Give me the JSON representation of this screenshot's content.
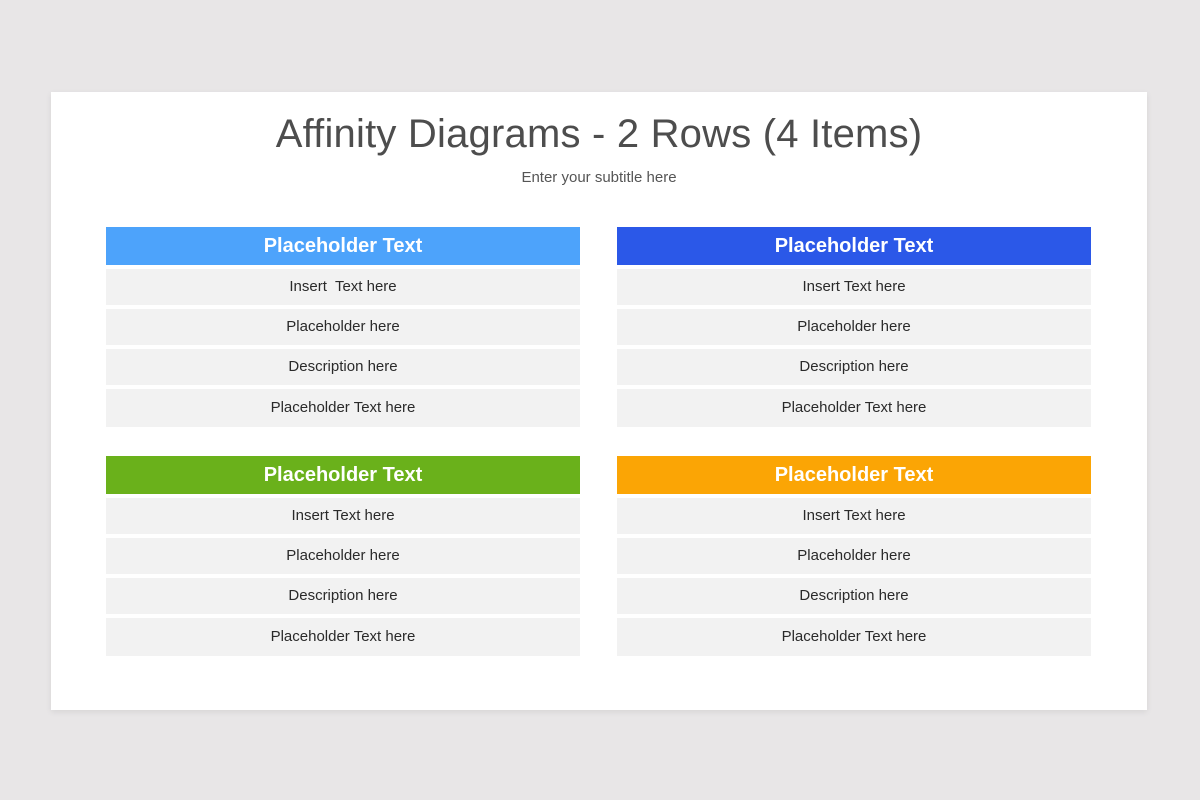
{
  "slide": {
    "title": "Affinity Diagrams - 2 Rows (4 Items)",
    "subtitle": "Enter your subtitle here"
  },
  "groups": [
    {
      "header": "Placeholder Text",
      "color": "#4da3fb",
      "items": [
        "Insert  Text here",
        "Placeholder here",
        "Description here",
        "Placeholder Text here"
      ]
    },
    {
      "header": "Placeholder Text",
      "color": "#2b58e8",
      "items": [
        "Insert Text here",
        "Placeholder here",
        "Description here",
        "Placeholder Text here"
      ]
    },
    {
      "header": "Placeholder Text",
      "color": "#6ab11b",
      "items": [
        "Insert Text here",
        "Placeholder here",
        "Description here",
        "Placeholder Text here"
      ]
    },
    {
      "header": "Placeholder Text",
      "color": "#fba505",
      "items": [
        "Insert Text here",
        "Placeholder here",
        "Description here",
        "Placeholder Text here"
      ]
    }
  ]
}
